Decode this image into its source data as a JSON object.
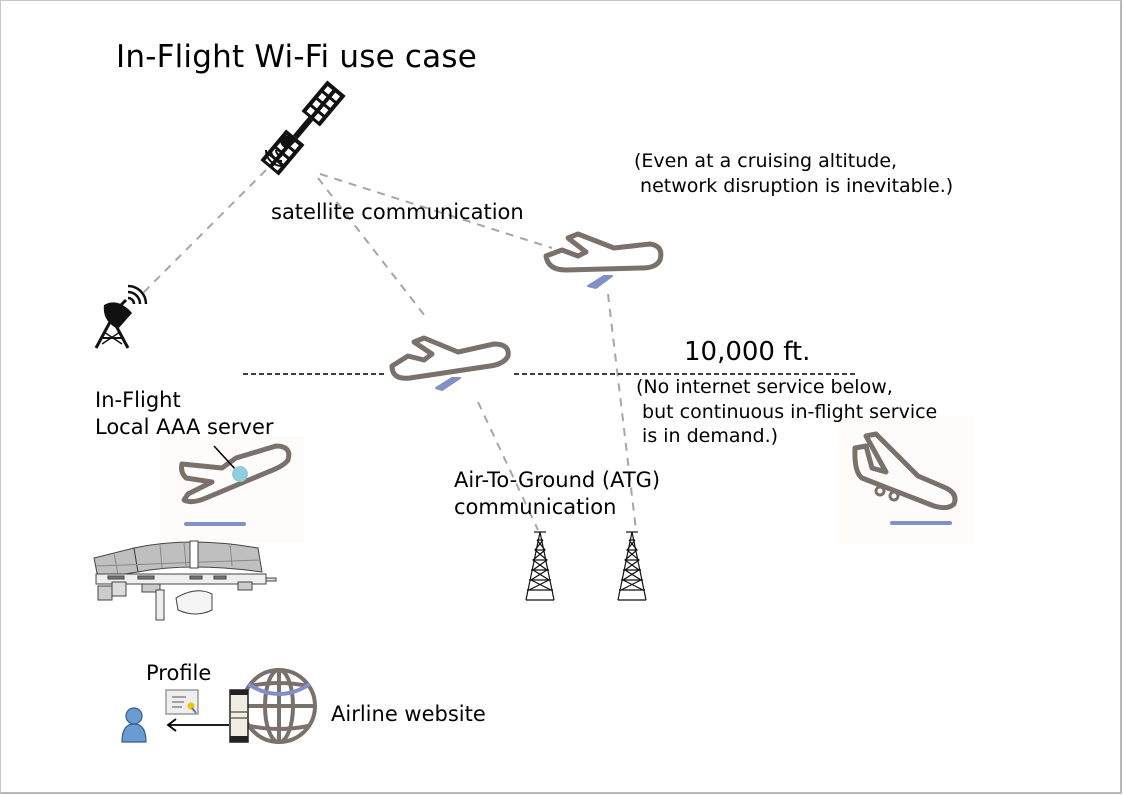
{
  "diagram": {
    "title": "In-Flight Wi-Fi use case",
    "labels": {
      "satellite_communication": "satellite communication",
      "cruising_note": "(Even at a cruising altitude,\n network disruption is inevitable.)",
      "altitude": "10,000 ft.",
      "below_note": "(No internet service below,\n but continuous in-flight service\n is in demand.)",
      "aaa_server": "In-Flight\nLocal AAA server",
      "atg_communication": "Air-To-Ground (ATG)\ncommunication",
      "profile": "Profile",
      "airline_website": "Airline website"
    },
    "nodes": [
      {
        "id": "satellite",
        "icon": "satellite-icon"
      },
      {
        "id": "ground-station",
        "icon": "satellite-dish-icon"
      },
      {
        "id": "plane-cruising",
        "icon": "airplane-icon"
      },
      {
        "id": "plane-ascending",
        "icon": "airplane-icon"
      },
      {
        "id": "plane-takeoff",
        "icon": "airplane-takeoff-icon"
      },
      {
        "id": "plane-landing",
        "icon": "airplane-landing-icon"
      },
      {
        "id": "airport",
        "icon": "airport-terminal-icon"
      },
      {
        "id": "atg-tower-1",
        "icon": "cell-tower-icon"
      },
      {
        "id": "atg-tower-2",
        "icon": "cell-tower-icon"
      },
      {
        "id": "user",
        "icon": "user-icon"
      },
      {
        "id": "certificate",
        "icon": "certificate-icon"
      },
      {
        "id": "server",
        "icon": "server-icon"
      },
      {
        "id": "globe",
        "icon": "globe-icon"
      }
    ],
    "links": [
      {
        "from": "satellite",
        "to": "ground-station",
        "style": "dashed"
      },
      {
        "from": "satellite",
        "to": "plane-ascending",
        "style": "dashed"
      },
      {
        "from": "satellite",
        "to": "plane-cruising",
        "style": "dashed"
      },
      {
        "from": "plane-ascending",
        "to": "atg-tower-1",
        "style": "dashed"
      },
      {
        "from": "plane-cruising",
        "to": "atg-tower-2",
        "style": "dashed"
      },
      {
        "from": "server",
        "to": "user",
        "style": "arrow"
      },
      {
        "from": "aaa-label",
        "to": "plane-takeoff",
        "style": "pointer"
      }
    ],
    "colors": {
      "plane_outline": "#7a716c",
      "accent_blue": "#8290c8",
      "aaa_dot": "#92cddc",
      "dash_line": "#a6a6a6"
    }
  }
}
